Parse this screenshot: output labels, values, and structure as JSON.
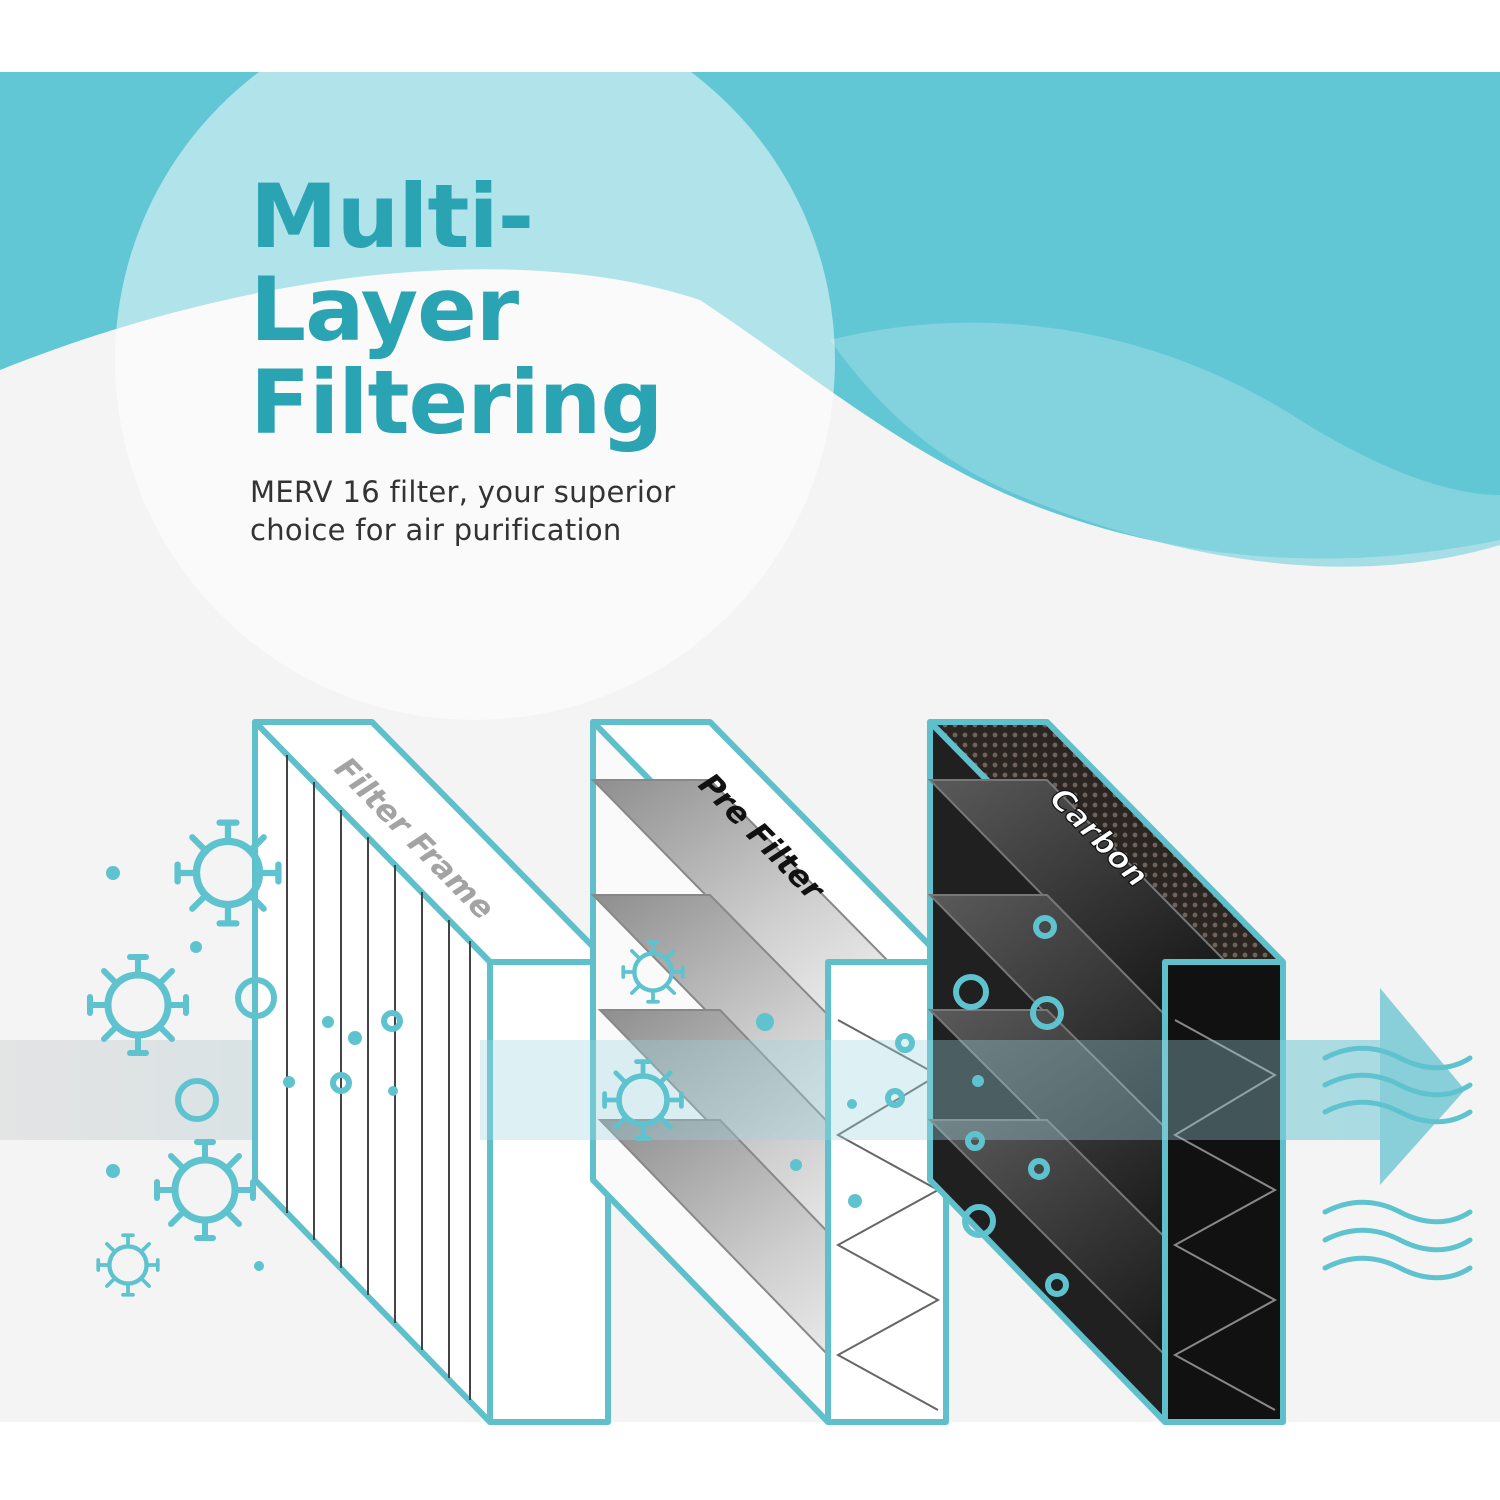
{
  "headline": {
    "line1": "Multi-",
    "line2": "Layer",
    "line3": "Filtering"
  },
  "subtitle": {
    "line1": "MERV 16 filter, your superior",
    "line2": "choice for air purification"
  },
  "layers": [
    {
      "label": "Filter Frame"
    },
    {
      "label": "Pre Filter"
    },
    {
      "label": "Carbon"
    }
  ],
  "colors": {
    "accent": "#2aa3b3",
    "wave": "#62c7d4",
    "outline": "#5fc0cc",
    "background": "#f4f4f4"
  },
  "icons": [
    "virus-icon",
    "particle-icon",
    "airflow-arrow-icon",
    "clean-air-wave-icon"
  ]
}
